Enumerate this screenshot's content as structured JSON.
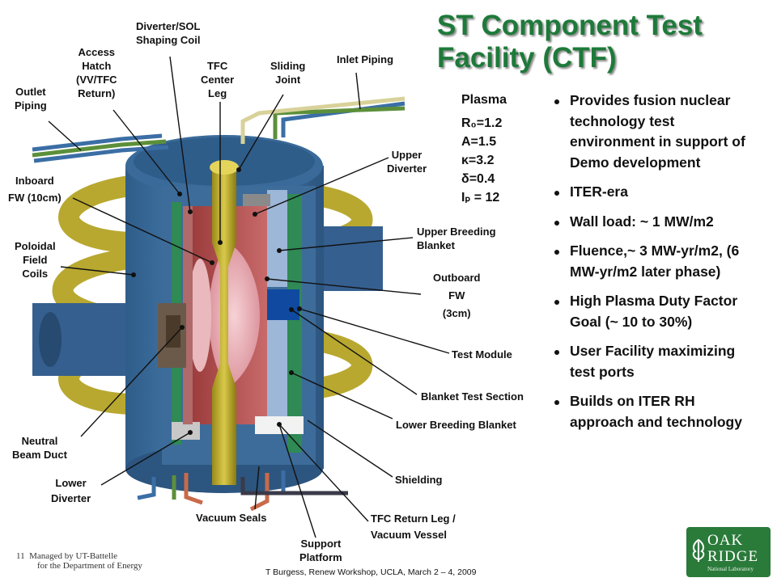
{
  "title_line1": "ST Component Test",
  "title_line2": "Facility (CTF)",
  "plasma": {
    "header": "Plasma",
    "r0": "R₀=1.2",
    "a": "A=1.5",
    "kappa": "κ=3.2",
    "delta": "δ=0.4",
    "ip": "Iₚ = 12"
  },
  "bullets": [
    "Provides fusion nuclear technology test environment in support of Demo development",
    "ITER-era",
    "Wall load: ~ 1 MW/m2",
    "Fluence,~ 3 MW-yr/m2, (6 MW-yr/m2 later phase)",
    "High Plasma Duty Factor Goal (~ 10 to 30%)",
    "User Facility maximizing test ports",
    "Builds on ITER RH approach and technology"
  ],
  "labels": {
    "diverter_sol": [
      "Diverter/SOL",
      "Shaping Coil"
    ],
    "access_hatch": [
      "Access",
      "Hatch",
      "(VV/TFC",
      "Return)"
    ],
    "tfc_center": [
      "TFC",
      "Center",
      "Leg"
    ],
    "sliding_joint": [
      "Sliding",
      "Joint"
    ],
    "inlet_piping": [
      "Inlet Piping"
    ],
    "outlet_piping": [
      "Outlet",
      "Piping"
    ],
    "upper_diverter": [
      "Upper",
      "Diverter"
    ],
    "inboard_fw": [
      "Inboard",
      "FW (10cm)"
    ],
    "upper_breeding": [
      "Upper Breeding",
      "Blanket"
    ],
    "poloidal_field": [
      "Poloidal",
      "Field",
      "Coils"
    ],
    "outboard_fw": [
      "Outboard",
      "FW",
      "(3cm)"
    ],
    "test_module": [
      "Test Module"
    ],
    "blanket_test": [
      "Blanket Test Section"
    ],
    "lower_breeding": [
      "Lower Breeding Blanket"
    ],
    "neutral_beam": [
      "Neutral",
      "Beam Duct"
    ],
    "shielding": [
      "Shielding"
    ],
    "lower_diverter": [
      "Lower",
      "Diverter"
    ],
    "vacuum_seals": [
      "Vacuum Seals"
    ],
    "tfc_return": [
      "TFC Return Leg /",
      "Vacuum Vessel"
    ],
    "support_platform": [
      "Support",
      "Platform"
    ]
  },
  "footer": {
    "page": "11",
    "managed1": "Managed by UT-Battelle",
    "managed2": "for the Department of Energy",
    "citation": "T Burgess, Renew Workshop, UCLA, March 2 – 4, 2009"
  },
  "logo": {
    "line1": "OAK",
    "line2": "RIDGE",
    "line3": "National Laboratory"
  }
}
